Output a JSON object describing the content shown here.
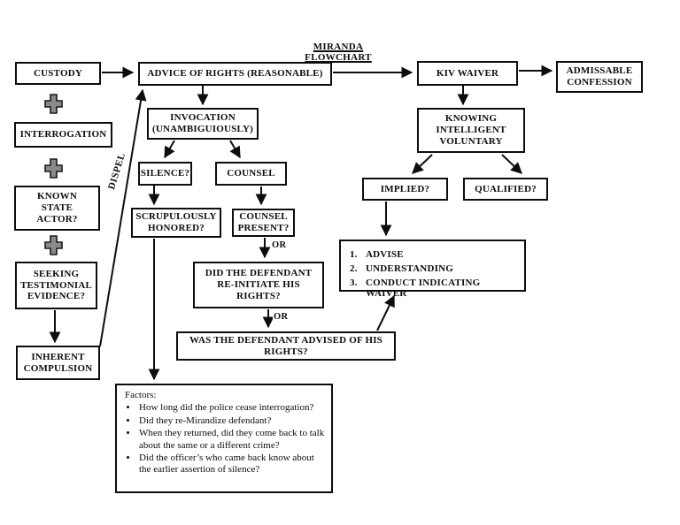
{
  "title": "MIRANDA FLOWCHART",
  "nodes": {
    "custody": {
      "label": "CUSTODY"
    },
    "advice": {
      "label": "ADVICE OF RIGHTS (REASONABLE)"
    },
    "kiv_waiver": {
      "label": "KIV WAIVER"
    },
    "admissable_confession": {
      "label": "ADMISSABLE\nCONFESSION"
    },
    "interrogation": {
      "label": "INTERROGATION"
    },
    "known_state_actor": {
      "label": "KNOWN\nSTATE\nACTOR?"
    },
    "seeking_testimonial": {
      "label": "SEEKING\nTESTIMONIAL\nEVIDENCE?"
    },
    "inherent_compulsion": {
      "label": "INHERENT\nCOMPULSION"
    },
    "invocation": {
      "label": "INVOCATION\n(UNAMBIGUIOUSLY)"
    },
    "silence": {
      "label": "SILENCE?"
    },
    "counsel": {
      "label": "COUNSEL"
    },
    "scrupulously_honored": {
      "label": "SCRUPULOUSLY\nHONORED?"
    },
    "counsel_present": {
      "label": "COUNSEL\nPRESENT?"
    },
    "did_reinitiate": {
      "label": "DID THE DEFENDANT\nRE-INITIATE HIS\nRIGHTS?"
    },
    "was_advised": {
      "label": "WAS THE DEFENDANT ADVISED OF HIS\nRIGHTS?"
    },
    "knowing_intelligent_voluntary": {
      "label": "KNOWING\nINTELLIGENT\nVOLUNTARY"
    },
    "implied": {
      "label": "IMPLIED?"
    },
    "qualified": {
      "label": "QUALIFIED?"
    }
  },
  "connector_labels": {
    "or_counsel_present": "OR",
    "or_reinitiate": "OR",
    "dispel": "DISPEL"
  },
  "waiver_requirements": {
    "items": [
      {
        "num": "1.",
        "text": "ADVISE"
      },
      {
        "num": "2.",
        "text": "UNDERSTANDING"
      },
      {
        "num": "3.",
        "text": "CONDUCT INDICATING WAIVER"
      }
    ]
  },
  "factors": {
    "title": "Factors:",
    "items": [
      "How long did the police cease interrogation?",
      "Did they re-Mirandize defendant?",
      "When they returned, did they come back to talk about the same or a different crime?",
      "Did the officer’s who came back know about the earlier assertion of silence?"
    ]
  },
  "colors": {
    "line": "#0d0d0d",
    "background": "#ffffff",
    "plus_fill": "#8a8a8a"
  }
}
